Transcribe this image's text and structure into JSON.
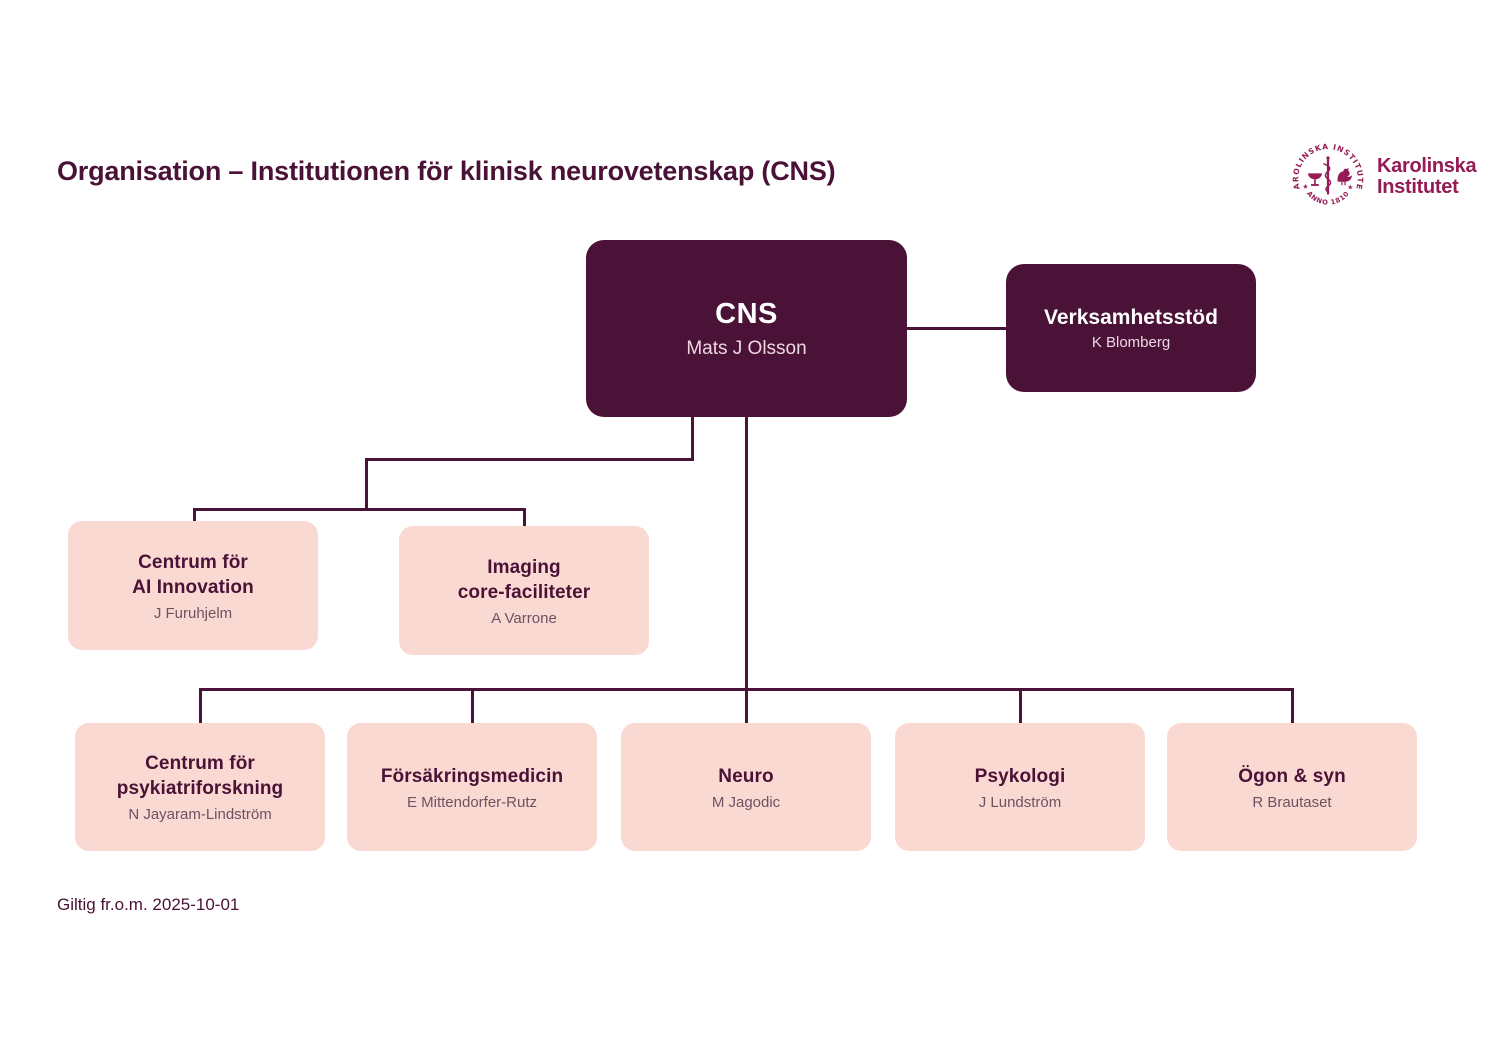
{
  "page": {
    "title": "Organisation – Institutionen för klinisk neurovetenskap (CNS)",
    "footer": "Giltig fr.o.m. 2025-10-01"
  },
  "logo": {
    "seal_top": "KAROLINSKA INSTITUTET",
    "seal_bottom": "★ ANNO 1810 ★",
    "name_line1": "Karolinska",
    "name_line2": "Institutet"
  },
  "colors": {
    "plum_dark": "#4A1236",
    "pink_light": "#FAD9D2",
    "logo_plum": "#951B56",
    "name_muted": "#6E5262",
    "name_on_dark": "#EDD8E2"
  },
  "nodes": {
    "cns": {
      "title": "CNS",
      "name": "Mats J Olsson"
    },
    "verksamhetsstod": {
      "title": "Verksamhetsstöd",
      "name": "K Blomberg"
    },
    "ai": {
      "title": "Centrum för\nAI Innovation",
      "name": "J Furuhjelm"
    },
    "imaging": {
      "title": "Imaging\ncore-faciliteter",
      "name": "A Varrone"
    },
    "psykiatri": {
      "title": "Centrum för\npsykiatriforskning",
      "name": "N Jayaram-Lindström"
    },
    "forsakring": {
      "title": "Försäkringsmedicin",
      "name": "E Mittendorfer-Rutz"
    },
    "neuro": {
      "title": "Neuro",
      "name": "M Jagodic"
    },
    "psykologi": {
      "title": "Psykologi",
      "name": "J Lundström"
    },
    "ogon": {
      "title": "Ögon & syn",
      "name": "R Brautaset"
    }
  }
}
